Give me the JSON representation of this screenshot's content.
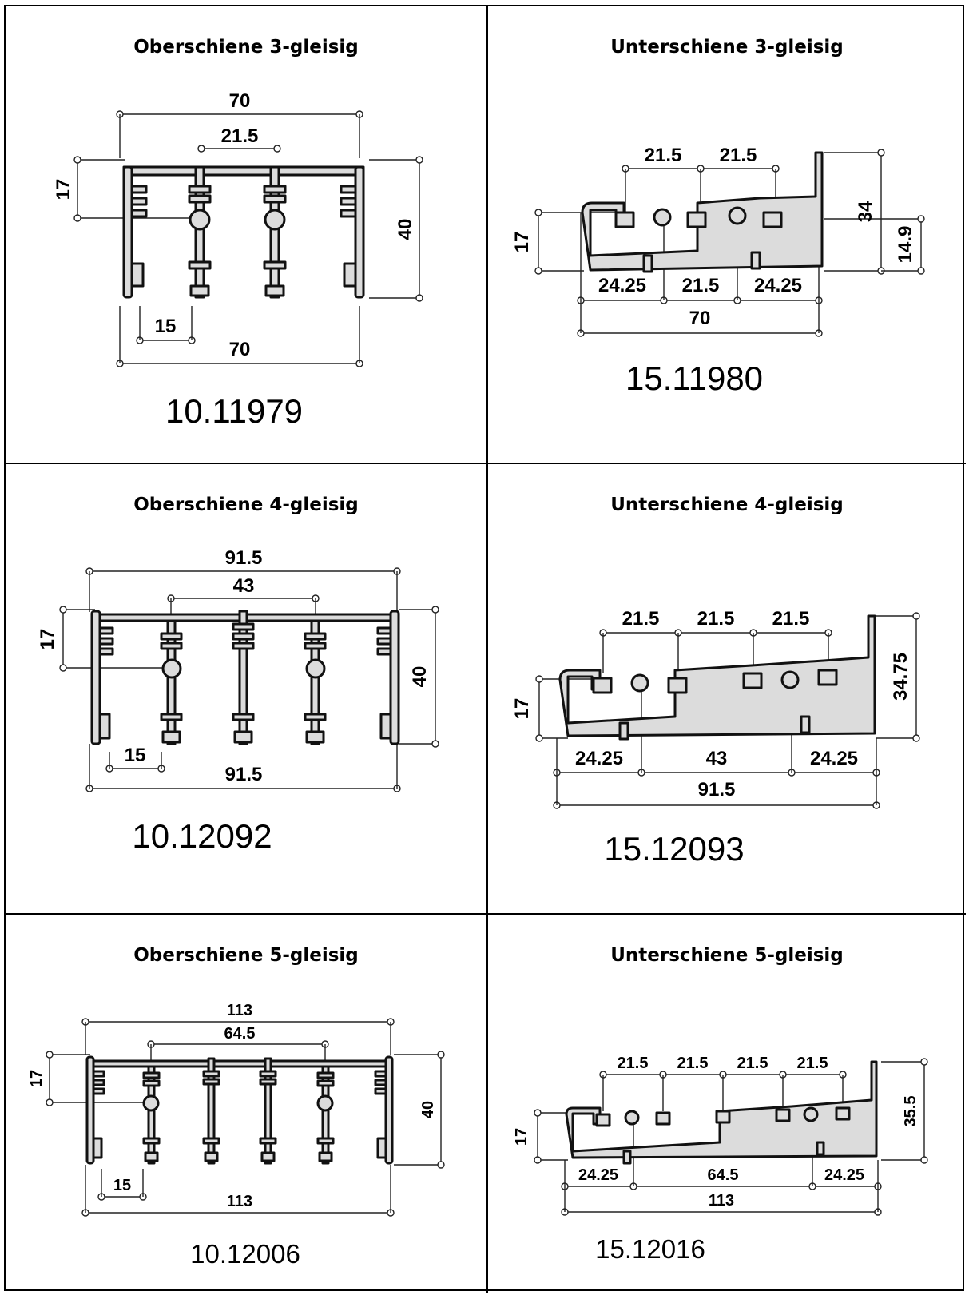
{
  "panels": [
    {
      "title": "Oberschiene 3-gleisig",
      "part_number": "10.11979",
      "dims": {
        "overall_top": "70",
        "track": "21.5",
        "offset": "17",
        "height": "40",
        "spacing": "15",
        "overall_bottom": "70"
      }
    },
    {
      "title": "Unterschiene 3-gleisig",
      "part_number": "15.11980",
      "dims": {
        "track_1": "21.5",
        "track_2": "21.5",
        "offset": "17",
        "height": "34",
        "step": "14.9",
        "bottom_1": "24.25",
        "bottom_2": "21.5",
        "bottom_3": "24.25",
        "overall": "70"
      }
    },
    {
      "title": "Oberschiene 4-gleisig",
      "part_number": "10.12092",
      "dims": {
        "overall_top": "91.5",
        "center": "43",
        "offset": "17",
        "height": "40",
        "spacing": "15",
        "overall_bottom": "91.5"
      }
    },
    {
      "title": "Unterschiene 4-gleisig",
      "part_number": "15.12093",
      "dims": {
        "track_1": "21.5",
        "track_2": "21.5",
        "track_3": "21.5",
        "offset": "17",
        "height": "34.75",
        "bottom_1": "24.25",
        "bottom_2": "43",
        "bottom_3": "24.25",
        "overall": "91.5"
      }
    },
    {
      "title": "Oberschiene 5-gleisig",
      "part_number": "10.12006",
      "dims": {
        "overall_top": "113",
        "center": "64.5",
        "offset": "17",
        "height": "40",
        "spacing": "15",
        "overall_bottom": "113"
      }
    },
    {
      "title": "Unterschiene 5-gleisig",
      "part_number": "15.12016",
      "dims": {
        "track_1": "21.5",
        "track_2": "21.5",
        "track_3": "21.5",
        "track_4": "21.5",
        "offset": "17",
        "height": "35.5",
        "bottom_1": "24.25",
        "bottom_2": "64.5",
        "bottom_3": "24.25",
        "overall": "113"
      }
    }
  ]
}
